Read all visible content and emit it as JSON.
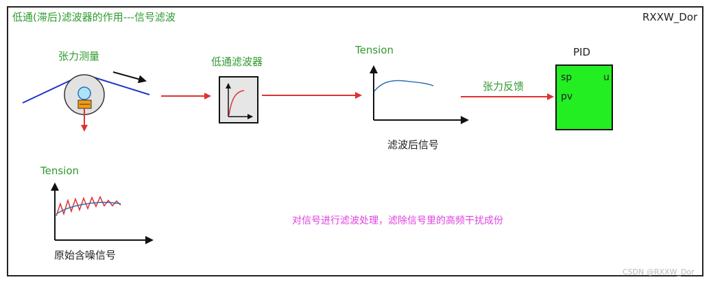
{
  "title": "低通(滞后)滤波器的作用---信号滤波",
  "author": "RXXW_Dor",
  "watermark": "CSDN @RXXW_Dor",
  "labels": {
    "tension_measure": "张力测量",
    "lowpass_filter": "低通滤波器",
    "tension_top": "Tension",
    "filtered_signal": "滤波后信号",
    "tension_feedback": "张力反馈",
    "pid": "PID",
    "sp": "sp",
    "u": "u",
    "pv": "pv",
    "tension_bottom": "Tension",
    "raw_signal": "原始含噪信号",
    "description": "对信号进行滤波处理，滤除信号里的高频干扰成份"
  },
  "colors": {
    "label_green": "#2e9a2e",
    "arrow_red": "#e03030",
    "web_blue": "#2233cc",
    "signal_blue": "#2a6db5",
    "pid_fill": "#22ee22",
    "description_magenta": "#e040e0",
    "filter_box": "#e6e6e6"
  }
}
